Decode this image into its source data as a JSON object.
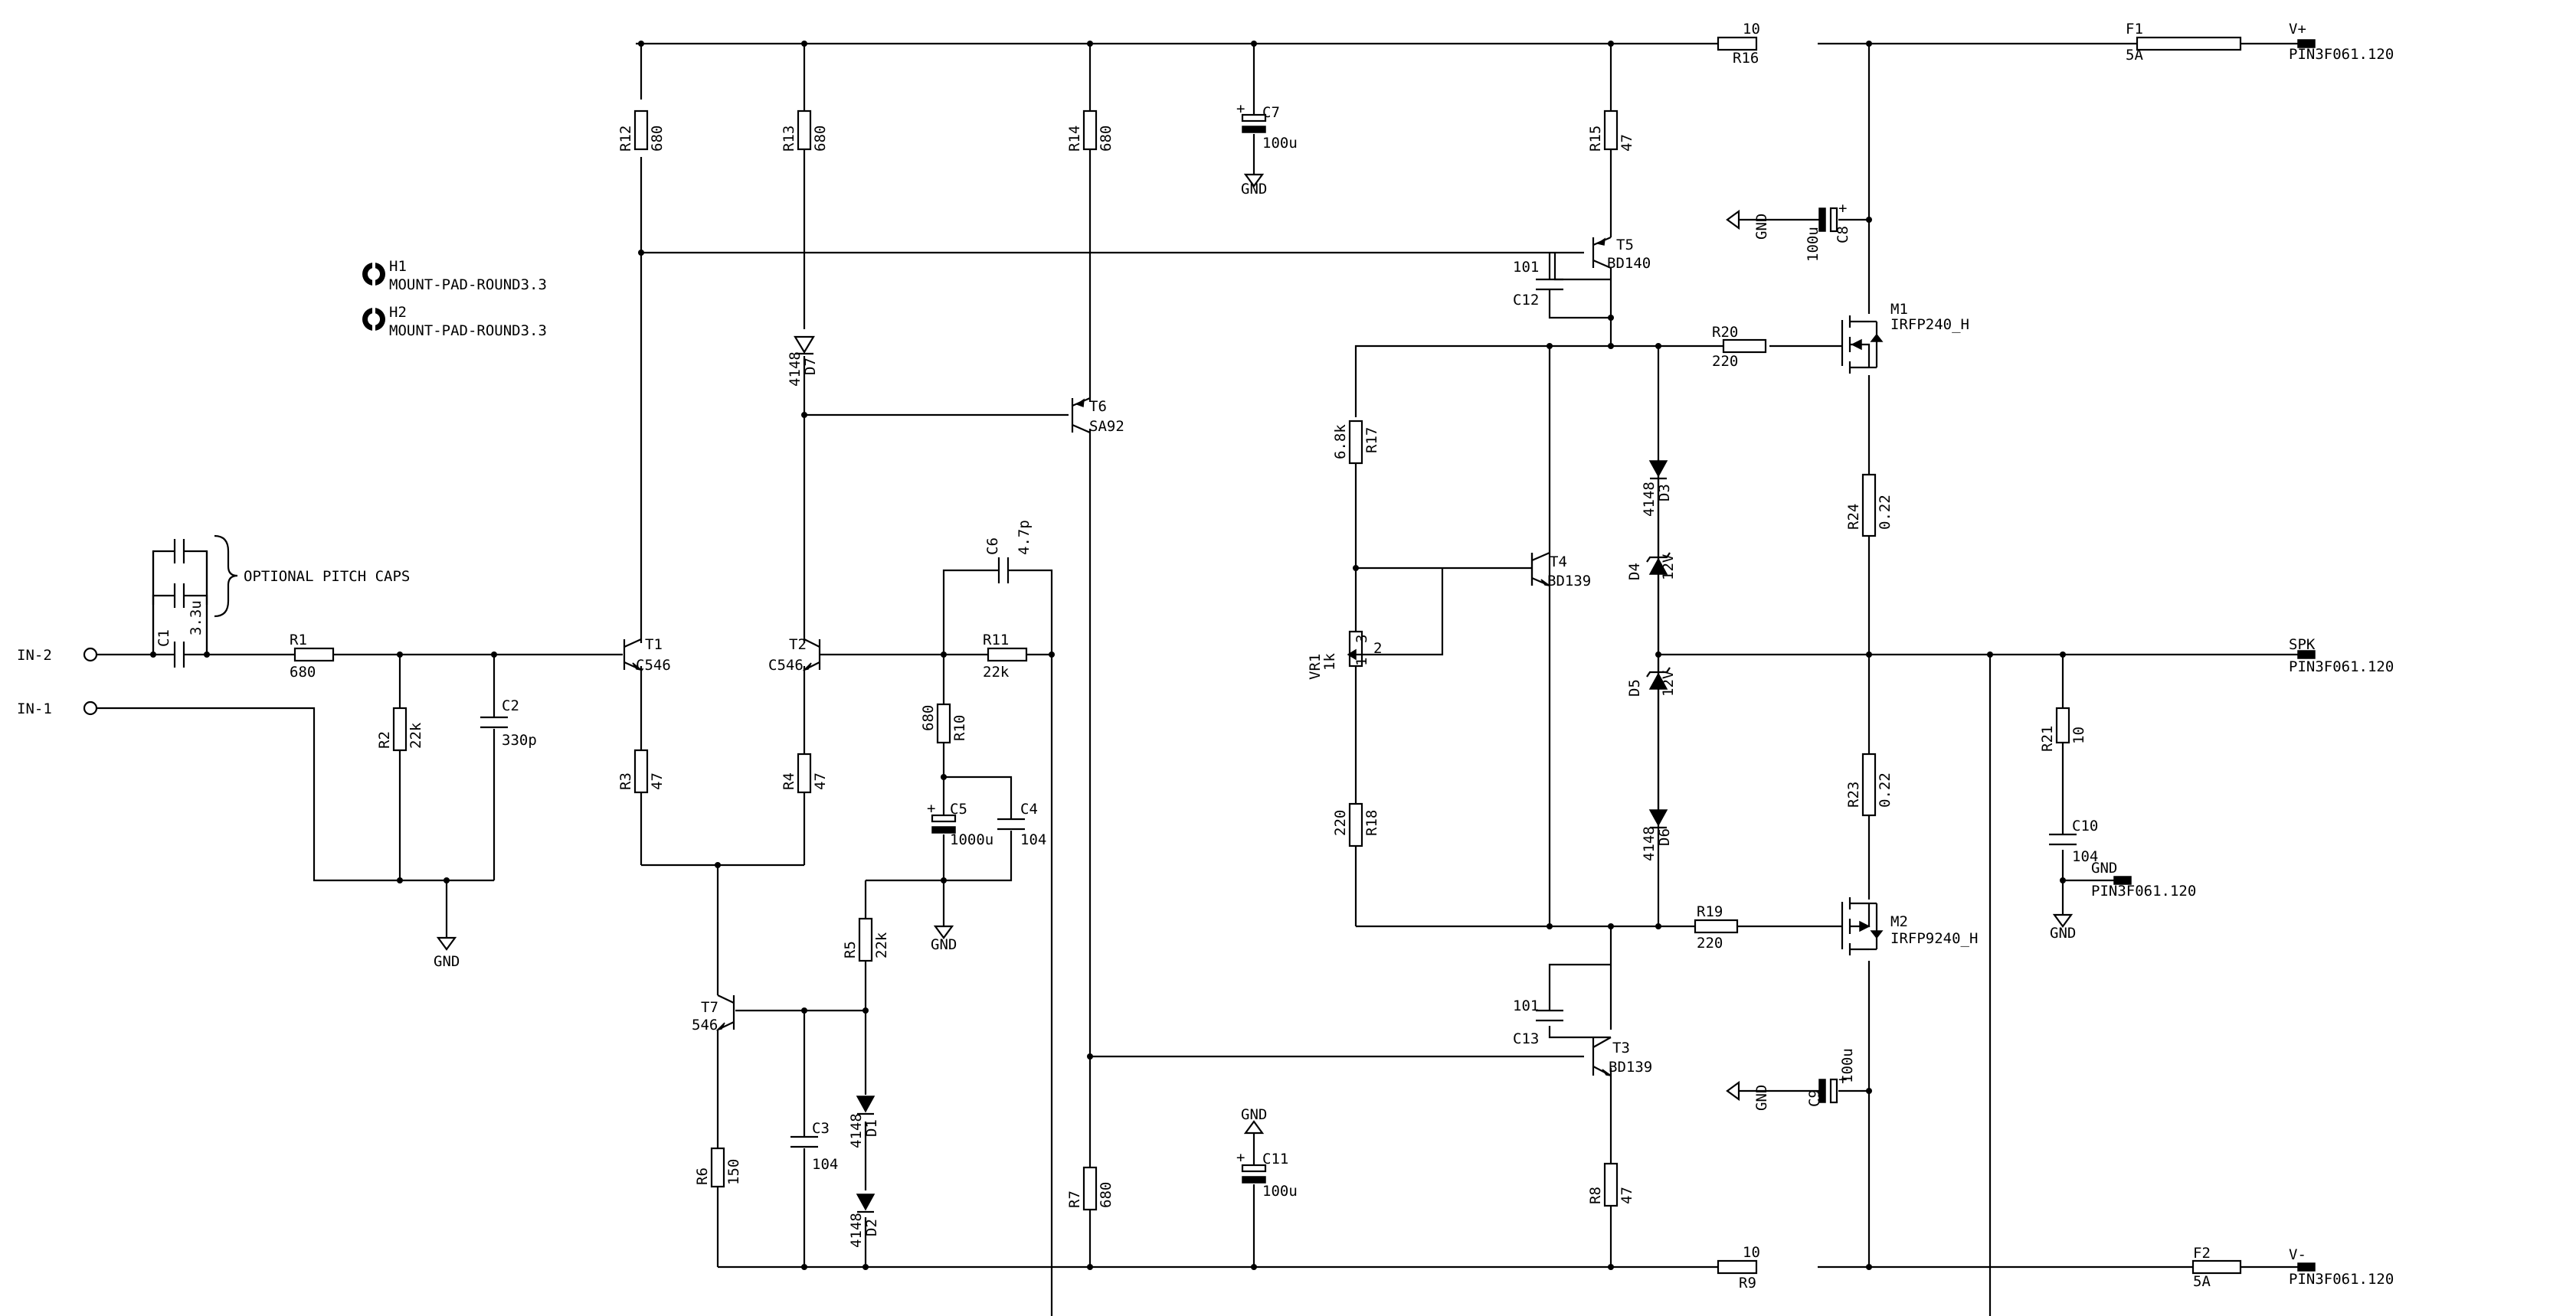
{
  "title": "",
  "mounting": [
    {
      "ref": "H1",
      "value": "MOUNT-PAD-ROUND3.3"
    },
    {
      "ref": "H2",
      "value": "MOUNT-PAD-ROUND3.3"
    }
  ],
  "net_labels": {
    "gnd": "GND",
    "in_neg": "IN-1",
    "in_pos": "IN-2",
    "optional": "OPTIONAL PITCH CAPS",
    "pin": "PIN3F061.120",
    "spk": "SPK",
    "v_plus": "V+",
    "v_minus": "V-"
  },
  "resistors": {
    "R1": {
      "ref": "R1",
      "value": "680"
    },
    "R2": {
      "ref": "R2",
      "value": "22k"
    },
    "R3": {
      "ref": "R3",
      "value": "47"
    },
    "R4": {
      "ref": "R4",
      "value": "47"
    },
    "R5": {
      "ref": "R5",
      "value": "22k"
    },
    "R6": {
      "ref": "R6",
      "value": "150"
    },
    "R7": {
      "ref": "R7",
      "value": "680"
    },
    "R8": {
      "ref": "R8",
      "value": "47"
    },
    "R9": {
      "ref": "R9",
      "value": "10"
    },
    "R10": {
      "ref": "R10",
      "value": "680"
    },
    "R11": {
      "ref": "R11",
      "value": "22k"
    },
    "R12": {
      "ref": "R12",
      "value": "680"
    },
    "R13": {
      "ref": "R13",
      "value": "680"
    },
    "R14": {
      "ref": "R14",
      "value": "680"
    },
    "R15": {
      "ref": "R15",
      "value": "47"
    },
    "R16": {
      "ref": "R16",
      "value": "10"
    },
    "R17": {
      "ref": "R17",
      "value": "6.8k"
    },
    "R18": {
      "ref": "R18",
      "value": "220"
    },
    "R19": {
      "ref": "R19",
      "value": "220"
    },
    "R20": {
      "ref": "R20",
      "value": "220"
    },
    "R21": {
      "ref": "R21",
      "value": "10"
    },
    "R23": {
      "ref": "R23",
      "value": "0.22"
    },
    "R24": {
      "ref": "R24",
      "value": "0.22"
    }
  },
  "capacitors": {
    "C1": {
      "ref": "C1",
      "value": "3.3u"
    },
    "C2": {
      "ref": "C2",
      "value": "330p"
    },
    "C3": {
      "ref": "C3",
      "value": "104"
    },
    "C4": {
      "ref": "C4",
      "value": "104"
    },
    "C5": {
      "ref": "C5",
      "value": "1000u"
    },
    "C6": {
      "ref": "C6",
      "value": "4.7p"
    },
    "C7": {
      "ref": "C7",
      "value": "100u"
    },
    "C8": {
      "ref": "C8",
      "value": "100u"
    },
    "C9": {
      "ref": "C9",
      "value": "100u"
    },
    "C10": {
      "ref": "C10",
      "value": "104"
    },
    "C11": {
      "ref": "C11",
      "value": "100u"
    },
    "C12": {
      "ref": "C12",
      "value": "101"
    },
    "C13": {
      "ref": "C13",
      "value": "101"
    }
  },
  "diodes": {
    "D1": {
      "ref": "D1",
      "value": "4148"
    },
    "D2": {
      "ref": "D2",
      "value": "4148"
    },
    "D3": {
      "ref": "D3",
      "value": "4148"
    },
    "D4": {
      "ref": "D4",
      "value": "12V"
    },
    "D5": {
      "ref": "D5",
      "value": "12V"
    },
    "D6": {
      "ref": "D6",
      "value": "4148"
    },
    "D7": {
      "ref": "D7",
      "value": "4148"
    }
  },
  "transistors": {
    "T1": {
      "ref": "T1",
      "value": "C546"
    },
    "T2": {
      "ref": "T2",
      "value": "C546"
    },
    "T3": {
      "ref": "T3",
      "value": "BD139"
    },
    "T4": {
      "ref": "T4",
      "value": "BD139"
    },
    "T5": {
      "ref": "T5",
      "value": "BD140"
    },
    "T6": {
      "ref": "T6",
      "value": "SA92"
    },
    "T7": {
      "ref": "T7",
      "value": "546"
    },
    "M1": {
      "ref": "M1",
      "value": "IRFP240_H"
    },
    "M2": {
      "ref": "M2",
      "value": "IRFP9240_H"
    }
  },
  "pot": {
    "ref": "VR1",
    "value": "1k",
    "pin1": "1",
    "pin2": "2",
    "pin3": "3"
  },
  "fuses": {
    "F1": {
      "ref": "F1",
      "value": "5A"
    },
    "F2": {
      "ref": "F2",
      "value": "5A"
    }
  }
}
